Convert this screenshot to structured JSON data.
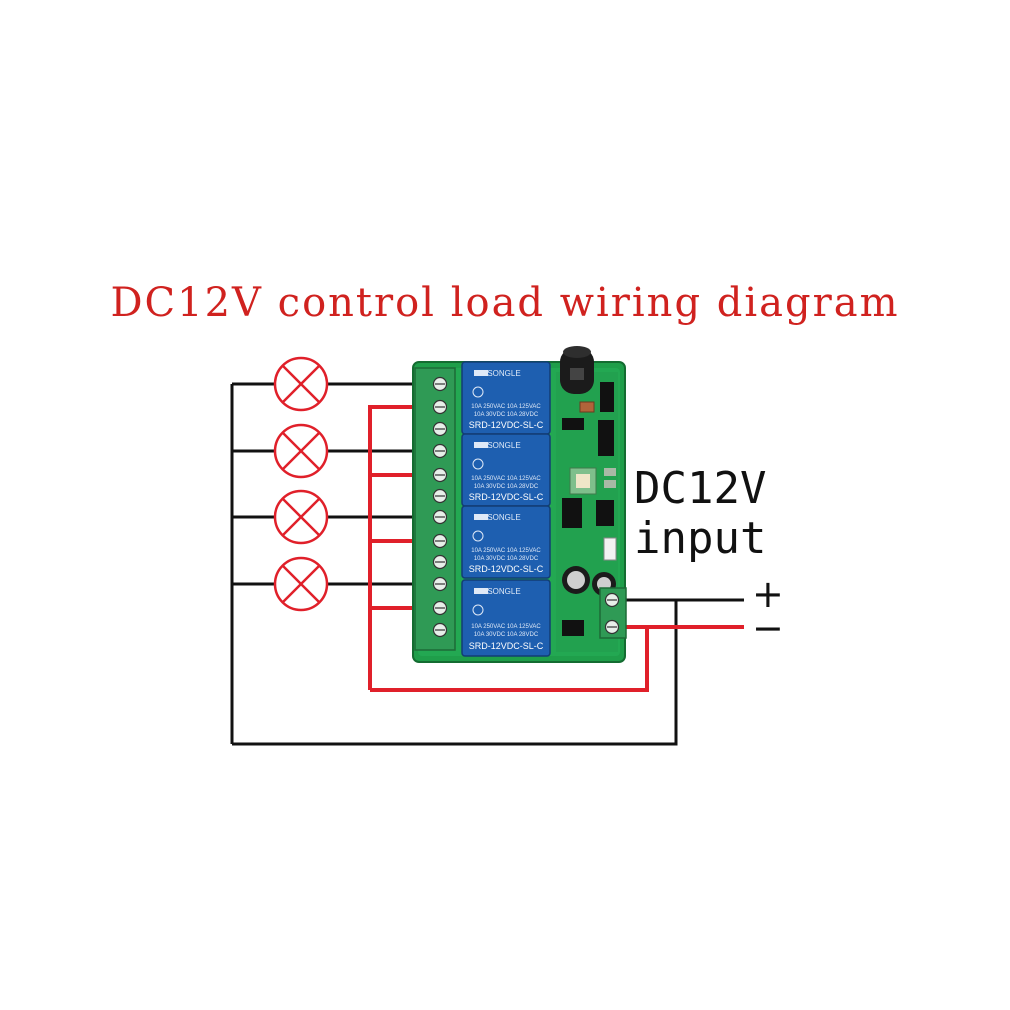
{
  "title": "DC12V control load wiring diagram",
  "power_label": {
    "line1": "DC12V",
    "line2": "input"
  },
  "polarity": {
    "plus": "+",
    "minus": "−"
  },
  "relays": [
    {
      "brand": "SONGLE",
      "rating1": "10A 250VAC  10A 125VAC",
      "rating2": "10A 30VDC  10A 28VDC",
      "model": "SRD-12VDC-SL-C"
    },
    {
      "brand": "SONGLE",
      "rating1": "10A 250VAC  10A 125VAC",
      "rating2": "10A 30VDC  10A 28VDC",
      "model": "SRD-12VDC-SL-C"
    },
    {
      "brand": "SONGLE",
      "rating1": "10A 250VAC  10A 125VAC",
      "rating2": "10A 30VDC  10A 28VDC",
      "model": "SRD-12VDC-SL-C"
    },
    {
      "brand": "SONGLE",
      "rating1": "10A 250VAC  10A 125VAC",
      "rating2": "10A 30VDC  10A 28VDC",
      "model": "SRD-12VDC-SL-C"
    }
  ],
  "colors": {
    "title": "#d0221f",
    "wire_red": "#e0202a",
    "wire_black": "#111111",
    "pcb": "#1f9e4a",
    "relay": "#1e5fb0",
    "terminal": "#2f9a55",
    "lamp": "#e0202a"
  }
}
